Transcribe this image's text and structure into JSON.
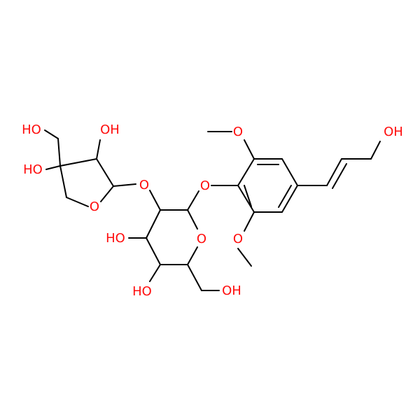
{
  "colors": {
    "bond": "#000000",
    "oxygen": "#ff0d0d",
    "background": "#ffffff"
  },
  "labels": {
    "ring_o_furanose": "O",
    "ring_o_pyranose": "O",
    "glyco_o_1": "O",
    "glyco_o_2": "O",
    "methoxy_top_o": "O",
    "methoxy_bottom_o": "O",
    "hydroxymethyl_furanose": "HO",
    "furanose_oh_top": "OH",
    "furanose_oh_left": "HO",
    "pyranose_oh_upper": "HO",
    "pyranose_oh_lower": "HO",
    "pyranose_ch2oh": "OH",
    "allyl_oh": "OH"
  }
}
